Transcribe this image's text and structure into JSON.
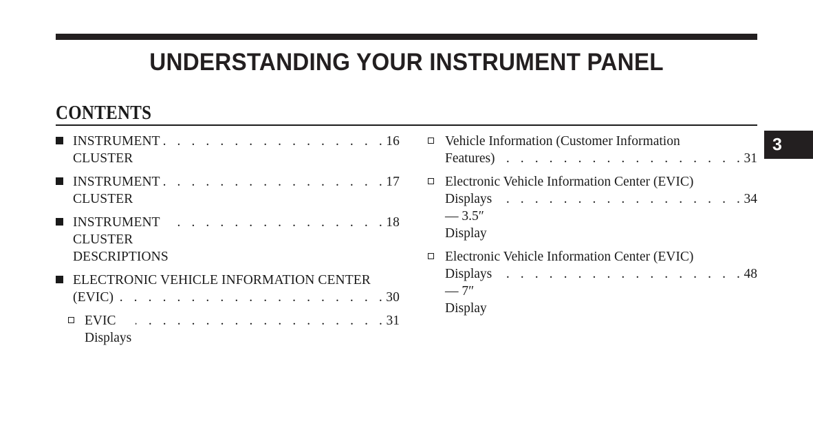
{
  "page": {
    "title": "UNDERSTANDING YOUR INSTRUMENT PANEL",
    "contents_heading": "CONTENTS",
    "chapter_tab": "3",
    "leader_dots": ". . . . . . . . . . . . . . . . . . . . . . . . . . . . . . . . . . . . . . . . . . ."
  },
  "contents": {
    "left_column": [
      {
        "bullet": "filled-square",
        "level": 1,
        "style": "caps",
        "label": "INSTRUMENT CLUSTER",
        "page": "16",
        "wraps": false
      },
      {
        "bullet": "filled-square",
        "level": 1,
        "style": "caps",
        "label": "INSTRUMENT CLUSTER",
        "page": "17",
        "wraps": false
      },
      {
        "bullet": "filled-square",
        "level": 1,
        "style": "caps",
        "label": "INSTRUMENT CLUSTER DESCRIPTIONS",
        "page": "18",
        "wraps": false
      },
      {
        "bullet": "filled-square",
        "level": 1,
        "style": "caps",
        "label": "ELECTRONIC VEHICLE INFORMATION CENTER (EVIC)",
        "line1": "ELECTRONIC VEHICLE INFORMATION CENTER",
        "line2": "(EVIC)",
        "page": "30",
        "wraps": true
      },
      {
        "bullet": "hollow-square",
        "level": 2,
        "style": "normal",
        "label": "EVIC Displays",
        "page": "31",
        "wraps": false
      }
    ],
    "right_column": [
      {
        "bullet": "hollow-square",
        "level": 1,
        "style": "normal",
        "label": "Vehicle Information (Customer Information Features)",
        "line1": "Vehicle Information (Customer Information",
        "line2": "Features)",
        "page": "31",
        "wraps": true
      },
      {
        "bullet": "hollow-square",
        "level": 1,
        "style": "normal",
        "label": "Electronic Vehicle Information Center (EVIC) Displays — 3.5″ Display",
        "line1": "Electronic Vehicle Information Center (EVIC)",
        "line2": "Displays — 3.5″ Display",
        "page": "34",
        "wraps": true
      },
      {
        "bullet": "hollow-square",
        "level": 1,
        "style": "normal",
        "label": "Electronic Vehicle Information Center (EVIC) Displays — 7″ Display",
        "line1": "Electronic Vehicle Information Center (EVIC)",
        "line2": "Displays — 7″ Display",
        "page": "48",
        "wraps": true
      }
    ]
  }
}
